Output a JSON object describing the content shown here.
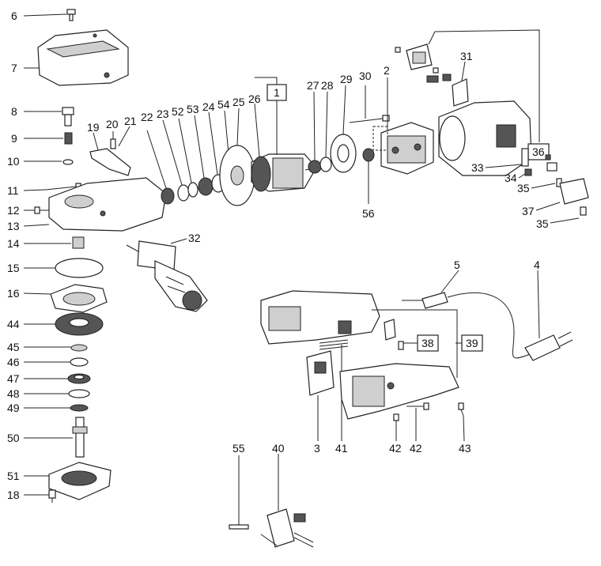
{
  "labels": {
    "p6": "6",
    "p7": "7",
    "p8": "8",
    "p9": "9",
    "p10": "10",
    "p11": "11",
    "p12": "12",
    "p13": "13",
    "p14": "14",
    "p15": "15",
    "p16": "16",
    "p44": "44",
    "p45": "45",
    "p46": "46",
    "p47": "47",
    "p48": "48",
    "p49": "49",
    "p50": "50",
    "p51": "51",
    "p18": "18",
    "p19": "19",
    "p20": "20",
    "p21": "21",
    "p22": "22",
    "p23": "23",
    "p52": "52",
    "p53": "53",
    "p24": "24",
    "p54": "54",
    "p25": "25",
    "p26": "26",
    "p1": "1",
    "p27": "27",
    "p28": "28",
    "p29": "29",
    "p30": "30",
    "p2": "2",
    "p31": "31",
    "p36": "36",
    "p33": "33",
    "p34": "34",
    "p35a": "35",
    "p37": "37",
    "p35b": "35",
    "p56": "56",
    "p32": "32",
    "p5": "5",
    "p4": "4",
    "p38": "38",
    "p39": "39",
    "p3": "3",
    "p41": "41",
    "p42a": "42",
    "p42b": "42",
    "p43": "43",
    "p55": "55",
    "p40": "40"
  }
}
